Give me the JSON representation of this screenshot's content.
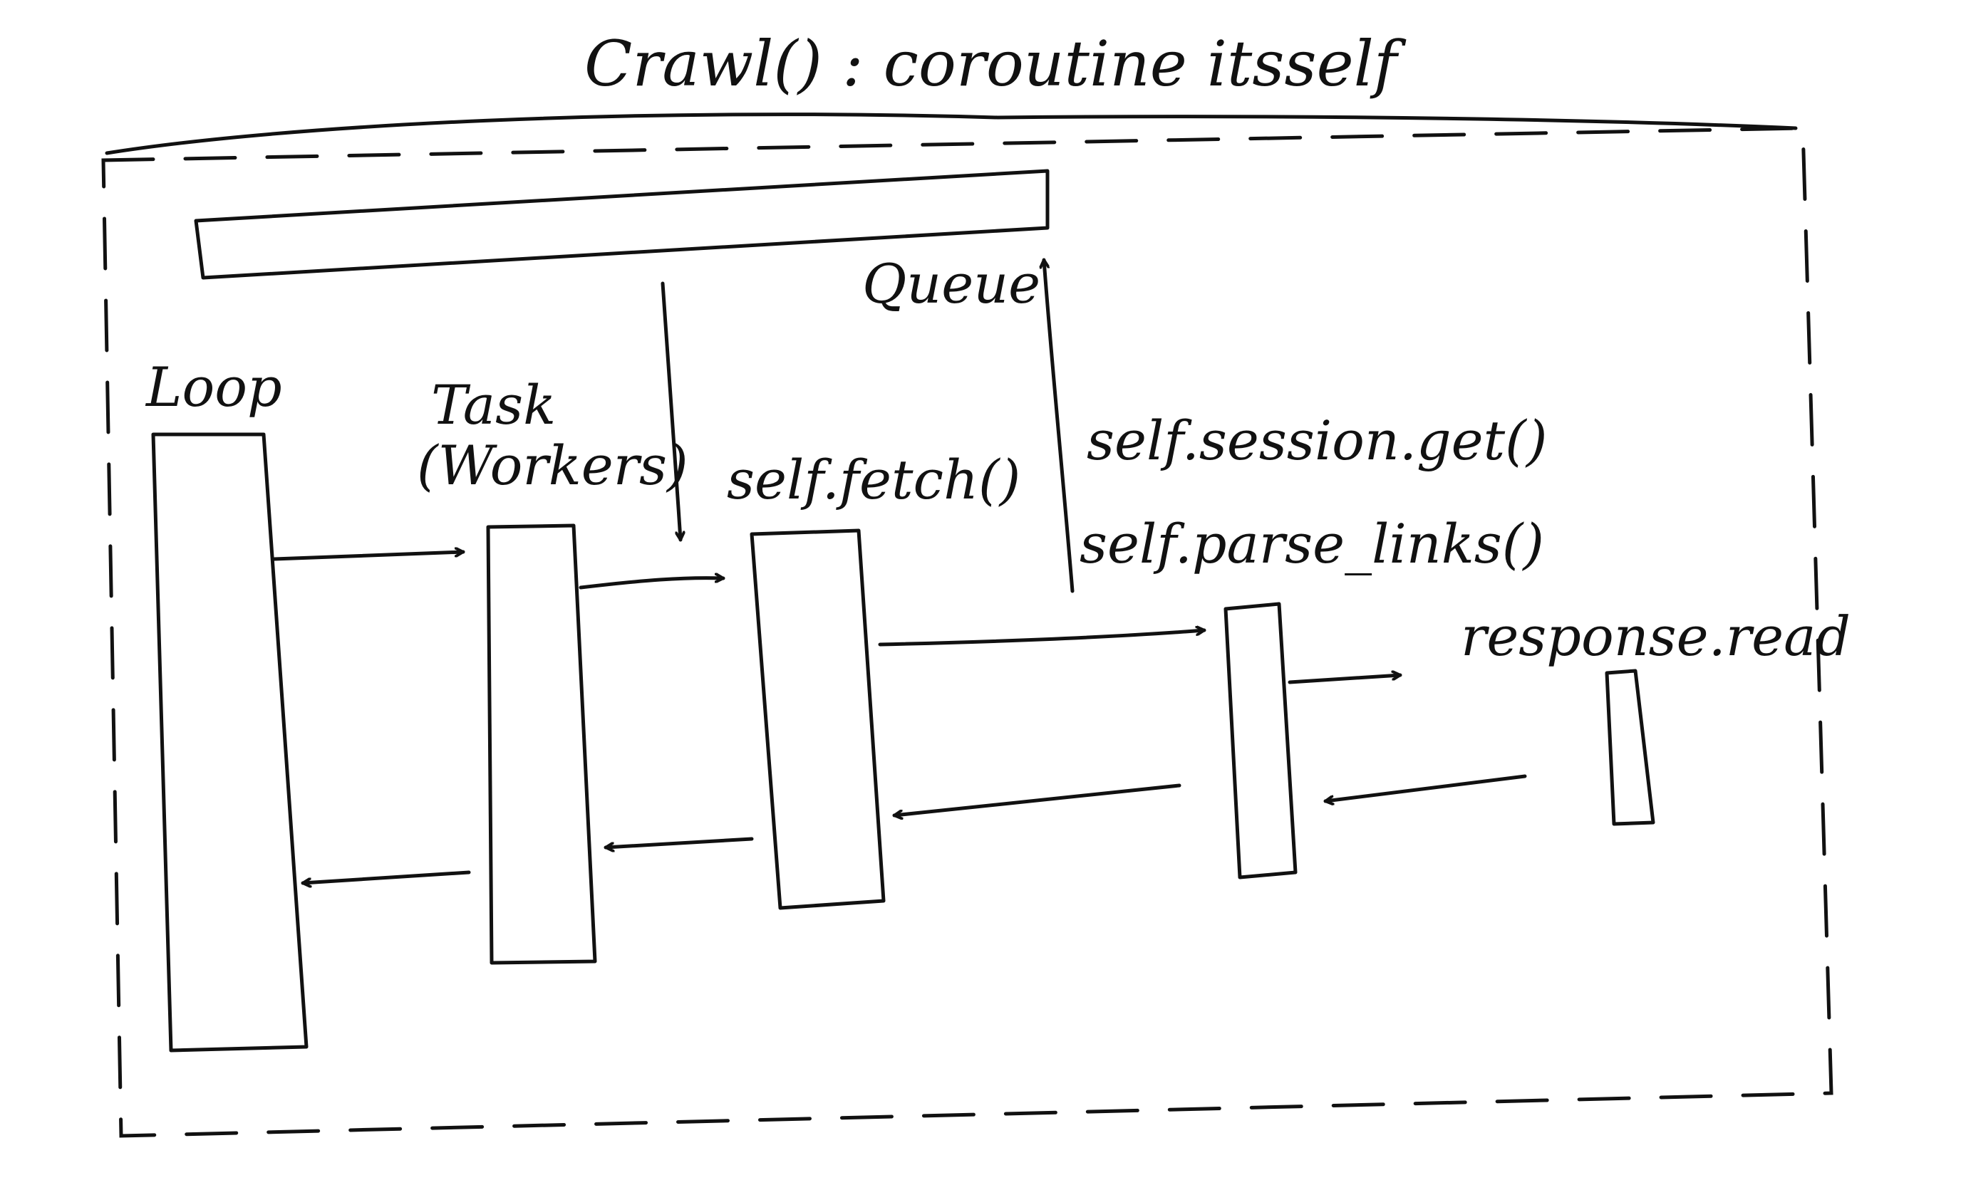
{
  "title": "Crawl() : coroutine itsself",
  "components": {
    "queue": "Queue",
    "loop": "Loop",
    "task_line1": "Task",
    "task_line2": "(Workers)",
    "fetch": "self.fetch()",
    "session_get": "self.session.get()",
    "parse_links": "self.parse_links()",
    "response_read": "response.read"
  },
  "colors": {
    "ink": "#111111",
    "paper": "#ffffff"
  }
}
